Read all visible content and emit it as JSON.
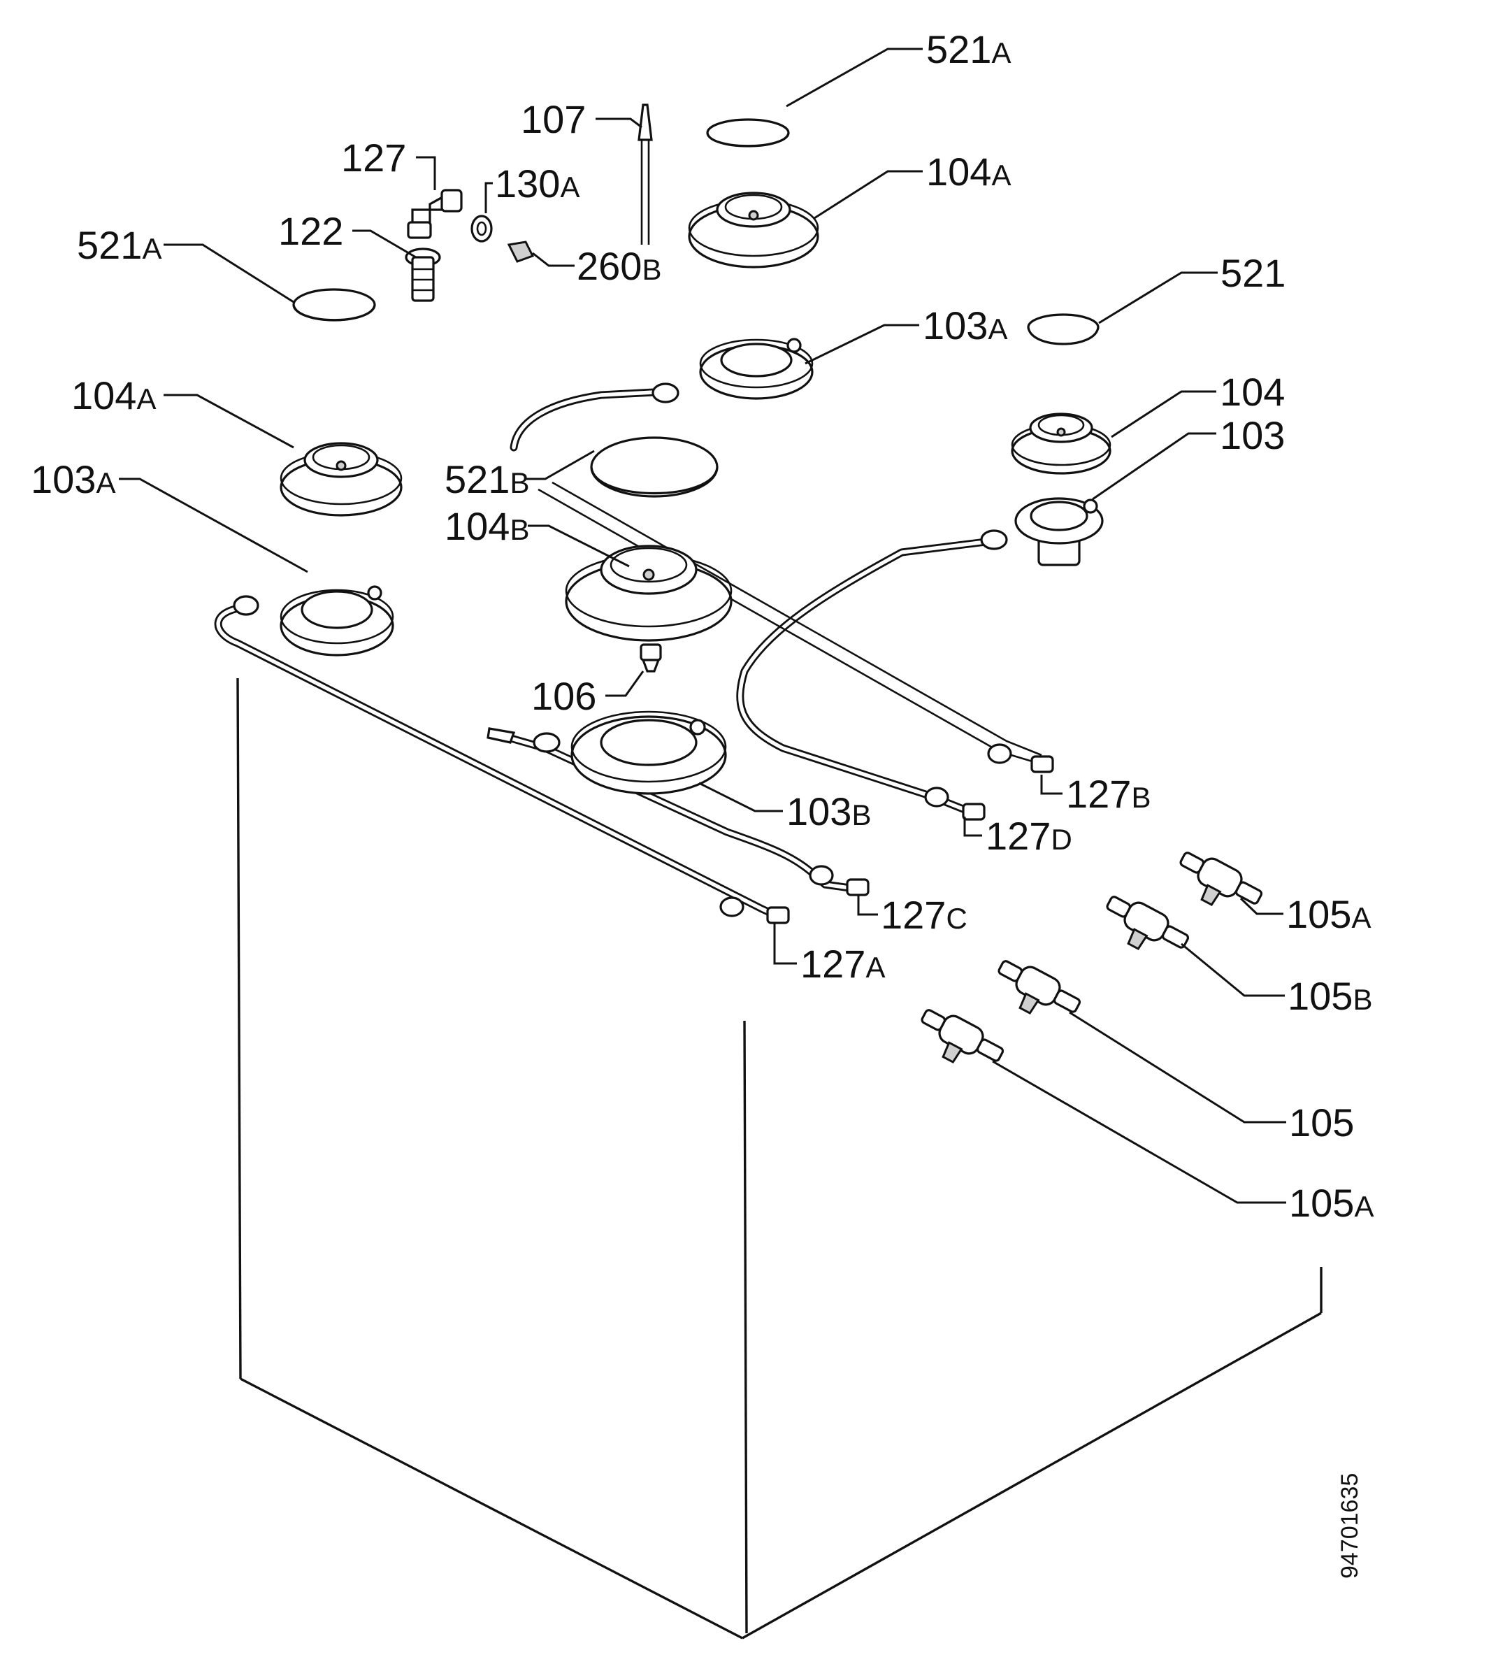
{
  "diagram": {
    "document_number": "94701635",
    "callouts": [
      {
        "id": "c-521a-top",
        "number": "521",
        "suffix": "A"
      },
      {
        "id": "c-107",
        "number": "107",
        "suffix": ""
      },
      {
        "id": "c-127",
        "number": "127",
        "suffix": ""
      },
      {
        "id": "c-130a",
        "number": "130",
        "suffix": "A"
      },
      {
        "id": "c-104a-top",
        "number": "104",
        "suffix": "A"
      },
      {
        "id": "c-122",
        "number": "122",
        "suffix": ""
      },
      {
        "id": "c-521a-left",
        "number": "521",
        "suffix": "A"
      },
      {
        "id": "c-260b",
        "number": "260",
        "suffix": "B"
      },
      {
        "id": "c-521",
        "number": "521",
        "suffix": ""
      },
      {
        "id": "c-103a-mid",
        "number": "103",
        "suffix": "A"
      },
      {
        "id": "c-104a-left",
        "number": "104",
        "suffix": "A"
      },
      {
        "id": "c-104",
        "number": "104",
        "suffix": ""
      },
      {
        "id": "c-103",
        "number": "103",
        "suffix": ""
      },
      {
        "id": "c-103a-left",
        "number": "103",
        "suffix": "A"
      },
      {
        "id": "c-521b",
        "number": "521",
        "suffix": "B"
      },
      {
        "id": "c-104b",
        "number": "104",
        "suffix": "B"
      },
      {
        "id": "c-106",
        "number": "106",
        "suffix": ""
      },
      {
        "id": "c-127b",
        "number": "127",
        "suffix": "B"
      },
      {
        "id": "c-103b",
        "number": "103",
        "suffix": "B"
      },
      {
        "id": "c-127d",
        "number": "127",
        "suffix": "D"
      },
      {
        "id": "c-105a-top",
        "number": "105",
        "suffix": "A"
      },
      {
        "id": "c-127c",
        "number": "127",
        "suffix": "C"
      },
      {
        "id": "c-105b",
        "number": "105",
        "suffix": "B"
      },
      {
        "id": "c-127a",
        "number": "127",
        "suffix": "A"
      },
      {
        "id": "c-105",
        "number": "105",
        "suffix": ""
      },
      {
        "id": "c-105a-bottom",
        "number": "105",
        "suffix": "A"
      }
    ]
  }
}
